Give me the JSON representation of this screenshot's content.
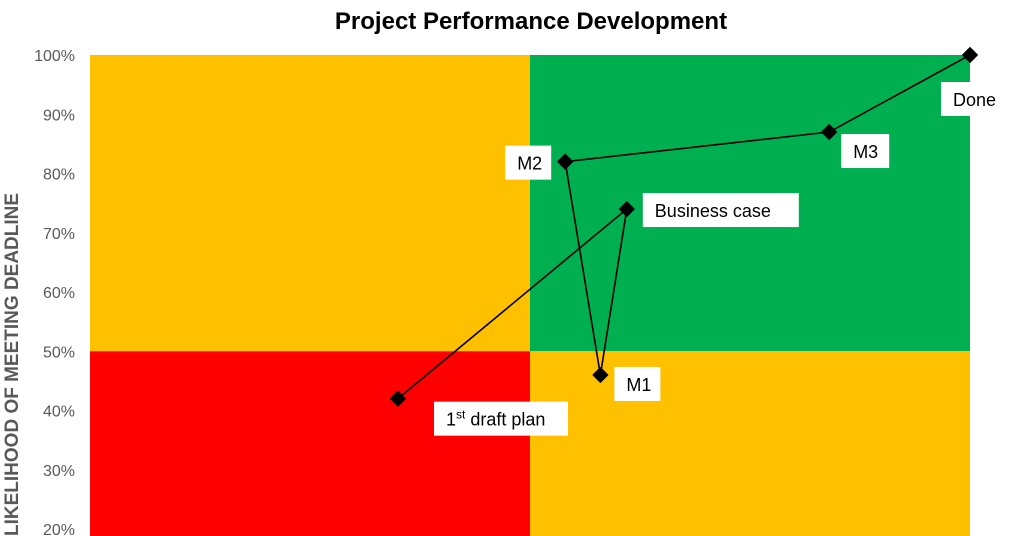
{
  "chart_data": {
    "type": "scatter",
    "title": "Project Performance Development",
    "ylabel": "LIKELIHOOD OF MEETING DEADLINE",
    "xlabel": "",
    "ylim": [
      0.2,
      1.0
    ],
    "xlim": [
      0,
      1
    ],
    "y_ticks": [
      "20%",
      "30%",
      "40%",
      "50%",
      "60%",
      "70%",
      "80%",
      "90%",
      "100%"
    ],
    "y_tick_values": [
      0.2,
      0.3,
      0.4,
      0.5,
      0.6,
      0.7,
      0.8,
      0.9,
      1.0
    ],
    "quadrants": [
      {
        "name": "top-left",
        "color": "#FFC000"
      },
      {
        "name": "top-right",
        "color": "#00B050"
      },
      {
        "name": "bottom-left",
        "color": "#FF0000"
      },
      {
        "name": "bottom-right",
        "color": "#FFC000"
      }
    ],
    "quadrant_split": {
      "x": 0.5,
      "y": 0.5
    },
    "points": [
      {
        "label": "1st draft plan",
        "label_main": "1",
        "label_sup": "st",
        "label_rest": " draft plan",
        "x": 0.35,
        "y": 0.42
      },
      {
        "label": "Business case",
        "x": 0.61,
        "y": 0.74
      },
      {
        "label": "M1",
        "x": 0.58,
        "y": 0.46
      },
      {
        "label": "M2",
        "x": 0.54,
        "y": 0.82
      },
      {
        "label": "M3",
        "x": 0.84,
        "y": 0.87
      },
      {
        "label": "Done",
        "x": 1.0,
        "y": 1.0
      }
    ],
    "line_color": "#000000",
    "marker": "diamond"
  }
}
